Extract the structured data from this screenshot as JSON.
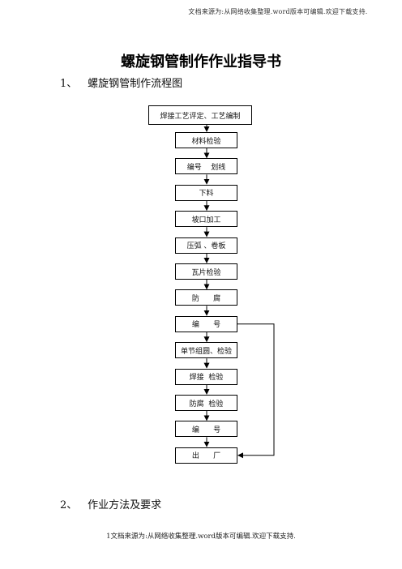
{
  "header": {
    "note": "文档来源为:从网络收集整理.word版本可编辑.欢迎下载支持."
  },
  "document": {
    "title": "螺旋钢管制作作业指导书",
    "section1": {
      "number": "1、",
      "title": "螺旋钢管制作流程图"
    },
    "section2": {
      "number": "2、",
      "title": "作业方法及要求"
    }
  },
  "flowchart": {
    "steps": [
      "焊接工艺评定、工艺编制",
      "材料检验",
      "编号    划线",
      "下料",
      "坡口加工",
      "压弧 、卷板",
      "瓦片检验",
      "防      腐",
      "编      号",
      "单节组圆、检验",
      "焊接  检验",
      "防腐  检验",
      "编      号",
      "出      厂"
    ],
    "bypass": {
      "from_step": 9,
      "to_step": 14
    }
  },
  "footer": {
    "note": "1文档来源为:从网络收集整理.word版本可编辑.欢迎下载支持."
  }
}
